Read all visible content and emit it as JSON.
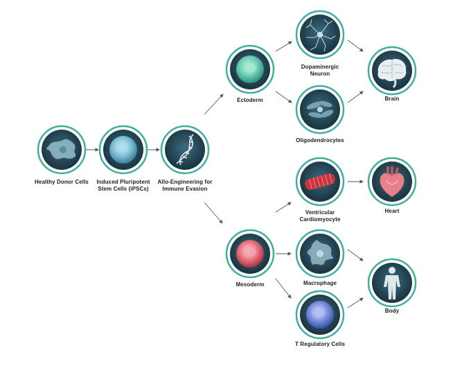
{
  "nodes": {
    "healthy_donor": {
      "label": "Healthy Donor Cells"
    },
    "ipsc": {
      "label": "Induced Pluripotent\nStem Cells (iPSCs)"
    },
    "allo": {
      "label": "Allo-Engineering for\nImmune Evasion"
    },
    "ectoderm": {
      "label": "Ectoderm"
    },
    "mesoderm": {
      "label": "Mesoderm"
    },
    "dopaminergic": {
      "label": "Dopaminergic\nNeuron"
    },
    "oligodendrocytes": {
      "label": "Oligodendrocytes"
    },
    "cardiomyocyte": {
      "label": "Ventricular\nCardiomyocyte"
    },
    "macrophage": {
      "label": "Macrophage"
    },
    "treg": {
      "label": "T Regulatory Cells"
    },
    "brain": {
      "label": "Brain"
    },
    "heart": {
      "label": "Heart"
    },
    "body": {
      "label": "Body"
    }
  },
  "colors": {
    "ring": "#3fae9b",
    "disc_dark": "#1c3645",
    "disc_mid": "#2e5466",
    "arrow": "#555555"
  }
}
